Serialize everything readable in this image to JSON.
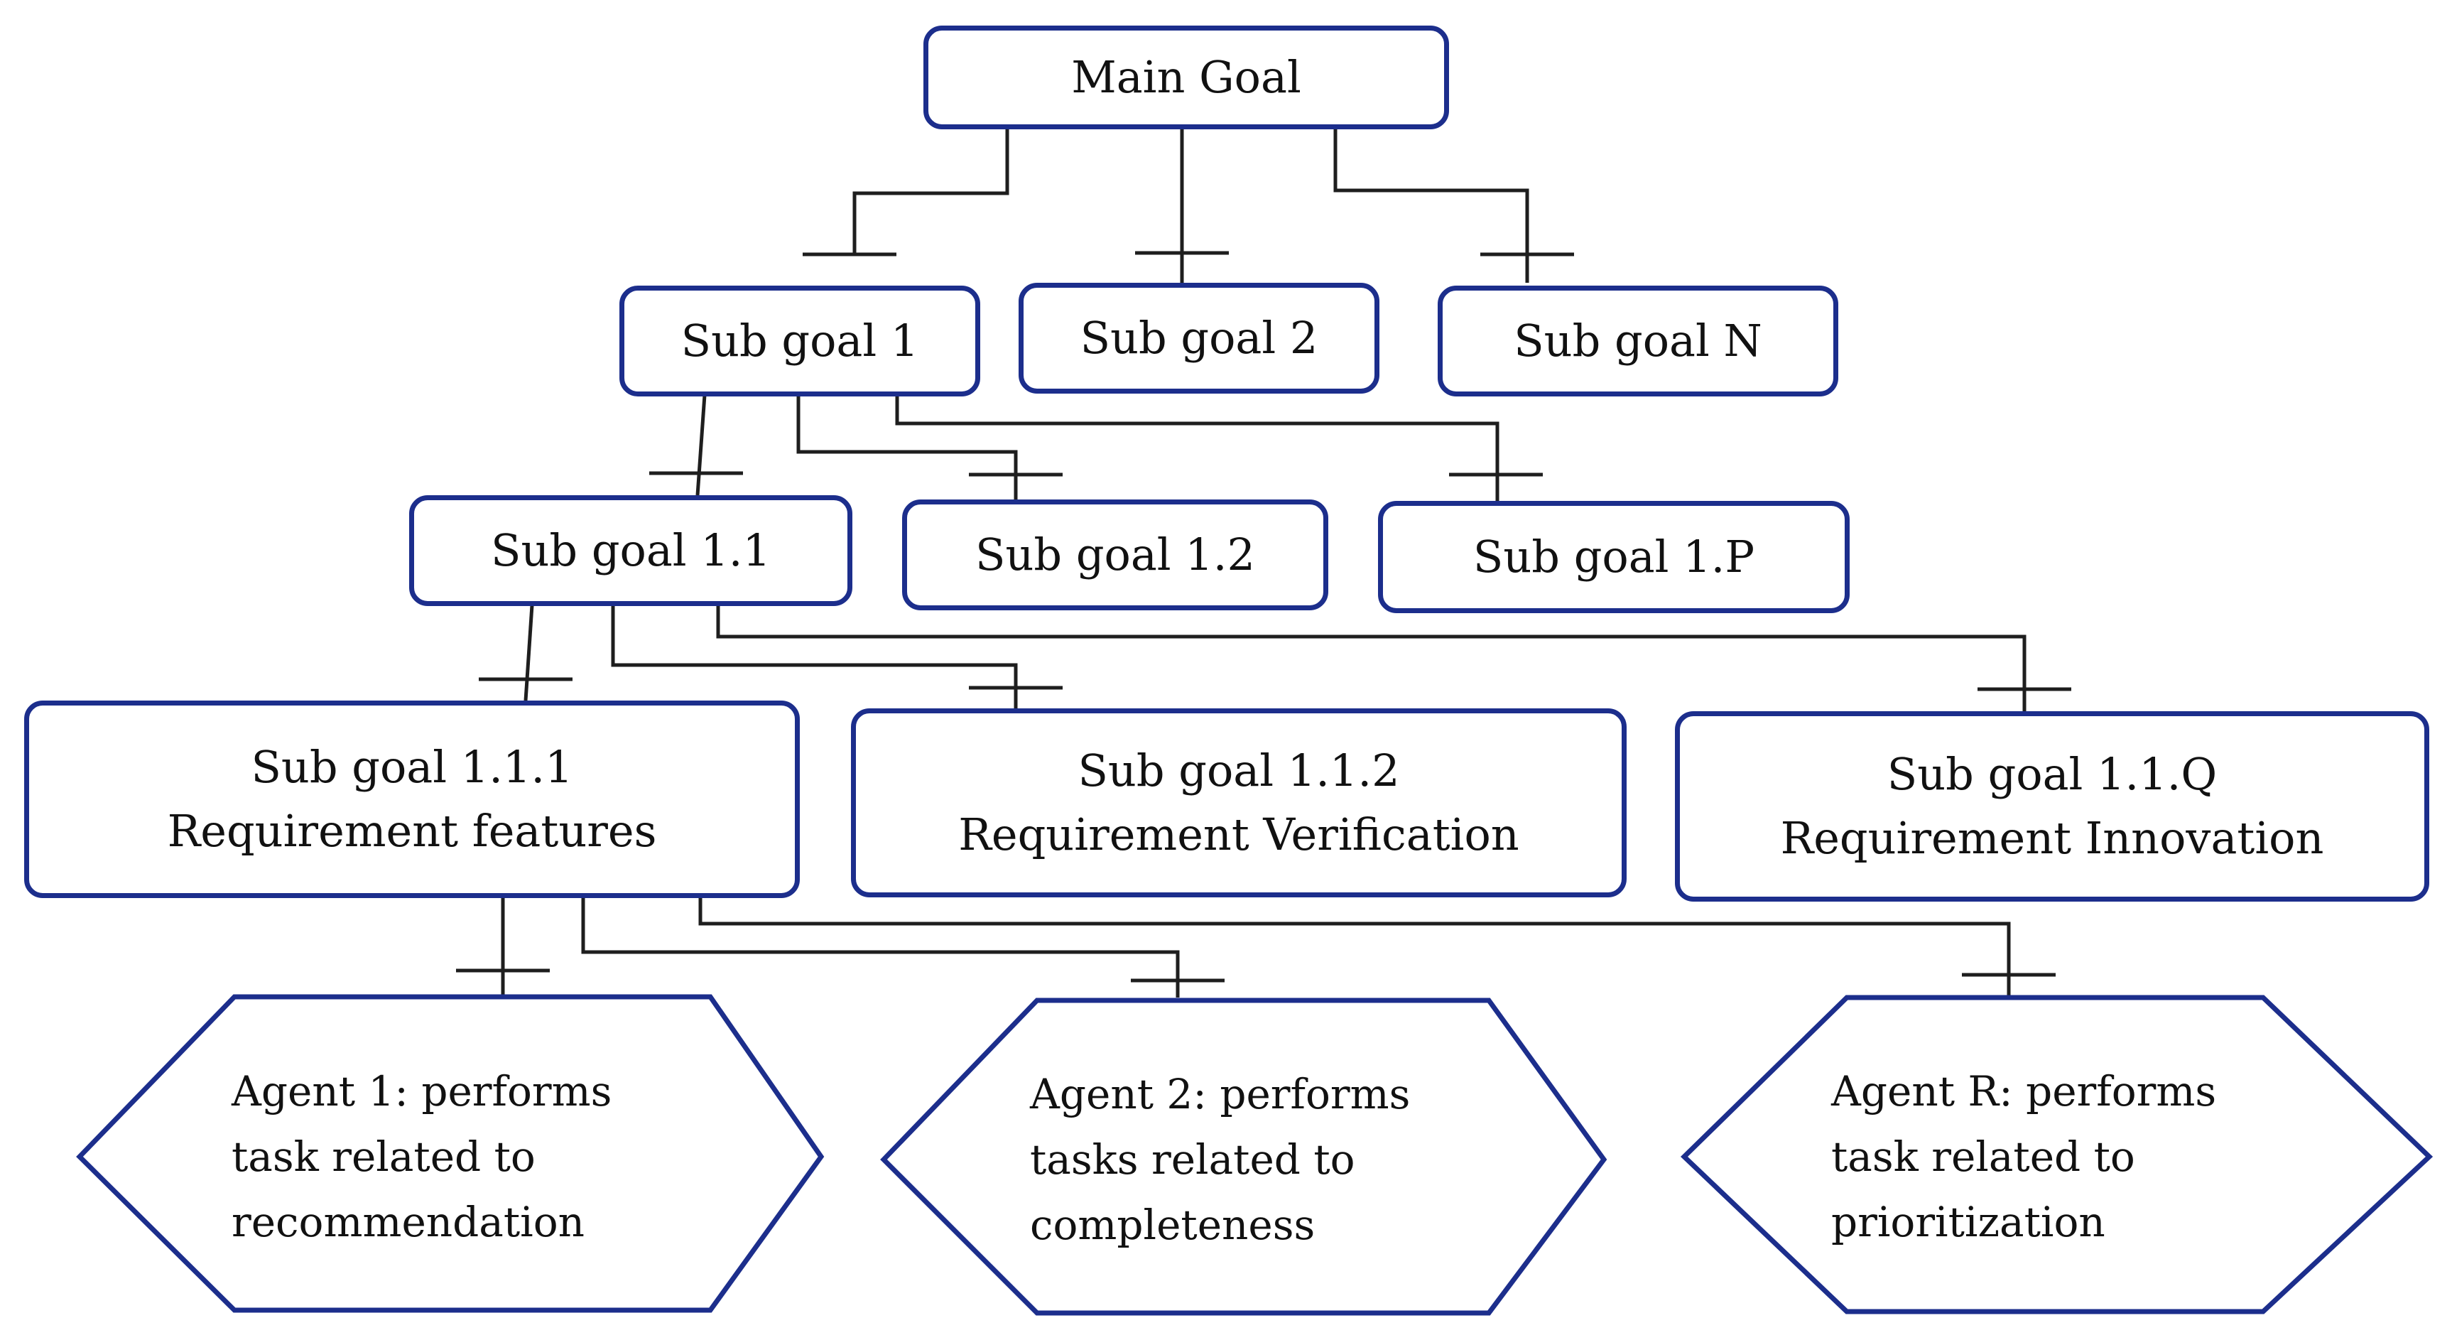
{
  "main_goal": {
    "label": "Main Goal"
  },
  "level1": [
    {
      "label": "Sub goal 1"
    },
    {
      "label": "Sub goal 2"
    },
    {
      "label": "Sub goal N"
    }
  ],
  "level2": [
    {
      "label": "Sub goal 1.1"
    },
    {
      "label": "Sub goal 1.2"
    },
    {
      "label": "Sub goal 1.P"
    }
  ],
  "level3": [
    {
      "label": "Sub goal 1.1.1",
      "sublabel": "Requirement features"
    },
    {
      "label": "Sub goal 1.1.2",
      "sublabel": "Requirement Verification"
    },
    {
      "label": "Sub goal 1.1.Q",
      "sublabel": "Requirement Innovation"
    }
  ],
  "agents": [
    {
      "lines": [
        "Agent 1: performs",
        "task related to",
        "recommendation"
      ]
    },
    {
      "lines": [
        "Agent 2: performs",
        "tasks related to",
        "completeness"
      ]
    },
    {
      "lines": [
        "Agent R: performs",
        "task related to",
        "prioritization"
      ]
    }
  ],
  "colors": {
    "box_border": "#1c2e8c",
    "connector": "#1e1e1e",
    "text": "#111111"
  }
}
